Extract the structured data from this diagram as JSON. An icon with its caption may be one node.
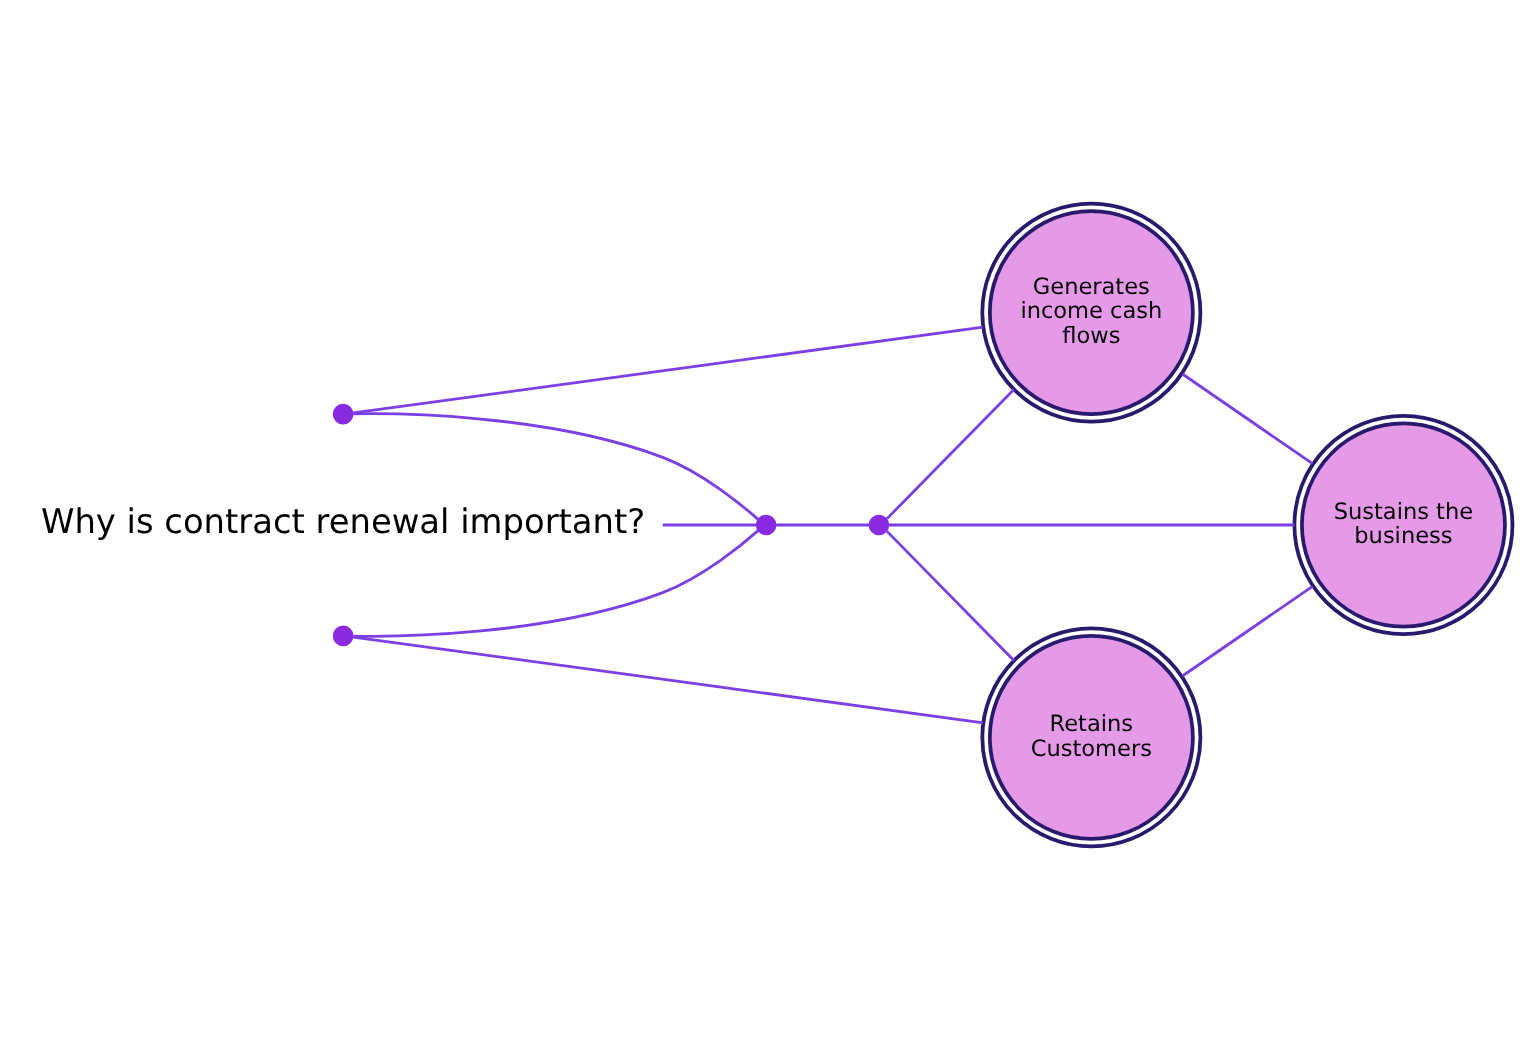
{
  "diagram": {
    "nodes": [
      {
        "text": [
          "Why is contract renewal important?"
        ]
      },
      {
        "text": [],
        "shape": "circle"
      },
      {
        "text": [],
        "shape": "circle"
      },
      {
        "text": [],
        "shape": "circle"
      },
      {
        "text": [],
        "shape": "circle"
      },
      {
        "text": [
          "Retains Customers"
        ]
      },
      {
        "text": [
          "Sustains the business"
        ]
      },
      {
        "text": [
          "Generates income cash flows"
        ]
      }
    ],
    "edges": [
      {
        "from": 1,
        "to": 5,
        "arrow": "none"
      },
      {
        "from": 2,
        "to": 7,
        "arrow": "none"
      },
      {
        "from": 1,
        "to": 3,
        "arrow": "none"
      },
      {
        "from": 2,
        "to": 3,
        "arrow": "none"
      },
      {
        "from": 0,
        "to": 3,
        "arrow": "none"
      },
      {
        "from": 3,
        "to": 4,
        "arrow": "none"
      },
      {
        "from": 4,
        "to": 6,
        "arrow": "none"
      },
      {
        "from": 4,
        "to": 5,
        "arrow": "none"
      },
      {
        "from": 4,
        "to": 7,
        "arrow": "none"
      },
      {
        "from": 5,
        "to": 6,
        "arrow": "none"
      },
      {
        "from": 7,
        "to": 6,
        "arrow": "none"
      }
    ]
  }
}
